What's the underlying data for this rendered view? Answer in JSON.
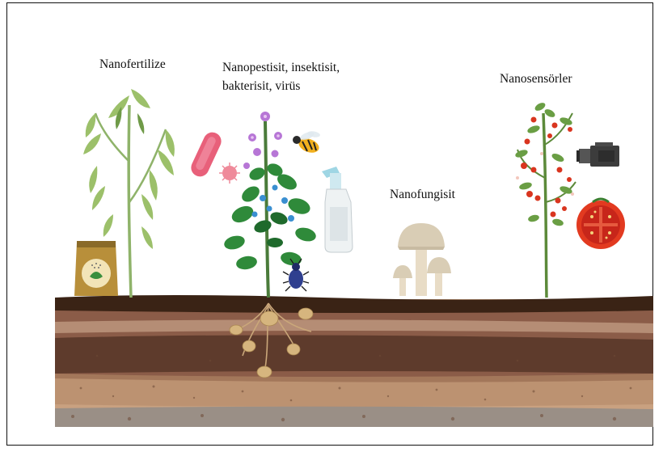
{
  "labels": {
    "fertilizer": "Nanofertilize",
    "pesticide_line1": "Nanopestisit, insektisit,",
    "pesticide_line2": "bakterisit, virüs",
    "fungicide": "Nanofungisit",
    "sensors": "Nanosensörler"
  },
  "colors": {
    "leaf_light": "#9cc06a",
    "leaf_dark": "#2f8a3a",
    "flower_purple": "#b776d6",
    "berry_blue": "#3a8fd1",
    "bacteria_pink": "#e8607a",
    "tomato_red": "#d9351f",
    "soil_top": "#3b2416",
    "soil_mid": "#8a5a46",
    "soil_band": "#5c3a2c",
    "soil_sand": "#c8a07c",
    "mushroom": "#e6dcc8"
  },
  "icons": [
    "fertilizer-bag-icon",
    "bacteria-icon",
    "virus-icon",
    "wasp-icon",
    "beetle-icon",
    "spray-bottle-icon",
    "mushroom-icon",
    "camera-sensor-icon",
    "tomato-half-icon"
  ]
}
